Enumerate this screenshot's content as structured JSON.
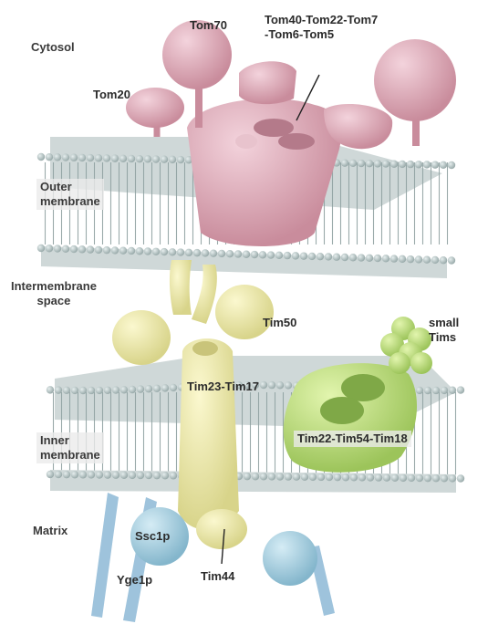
{
  "regions": {
    "cytosol": "Cytosol",
    "outer_membrane": [
      "Outer",
      "membrane"
    ],
    "intermembrane_space": [
      "Intermembrane",
      "space"
    ],
    "inner_membrane": [
      "Inner",
      "membrane"
    ],
    "matrix": "Matrix"
  },
  "proteins": {
    "tom70": "Tom70",
    "tom20": "Tom20",
    "tom_complex": [
      "Tom40-Tom22-Tom7",
      "-Tom6-Tom5"
    ],
    "tim50": "Tim50",
    "small_tims": [
      "small",
      "Tims"
    ],
    "tim23_tim17": "Tim23-Tim17",
    "tim22_complex": "Tim22-Tim54-Tim18",
    "ssc1p": "Ssc1p",
    "yge1p": "Yge1p",
    "tim44": "Tim44"
  },
  "colors": {
    "tom": "#d9a6b3",
    "tim23": "#ece9a8",
    "tim22": "#bfe07e",
    "matrix_protein": "#a9cfe0",
    "lipid_head": "#bfcccc",
    "lipid_tail": "#8fa0a0"
  }
}
